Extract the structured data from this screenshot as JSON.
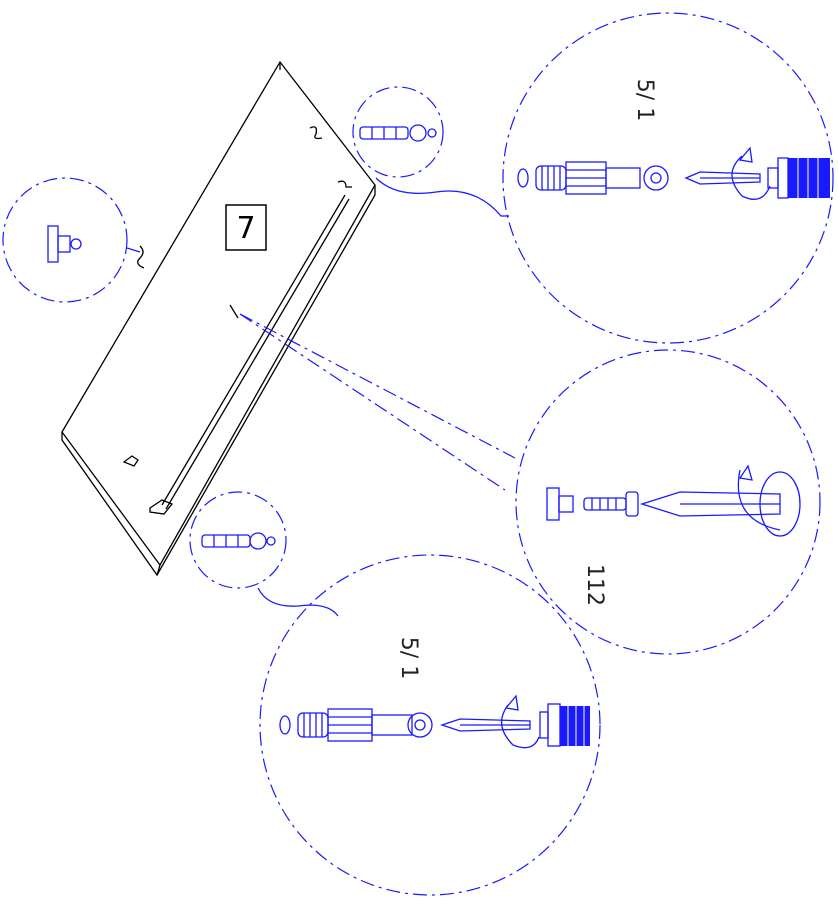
{
  "panel_number": "7",
  "callouts": {
    "top_large_label": "5/ 1",
    "middle_label": "112",
    "bottom_large_label": "5/ 1"
  },
  "colors": {
    "detail_lines": "#1a1aff",
    "panel_lines": "#000000",
    "background": "#ffffff"
  }
}
